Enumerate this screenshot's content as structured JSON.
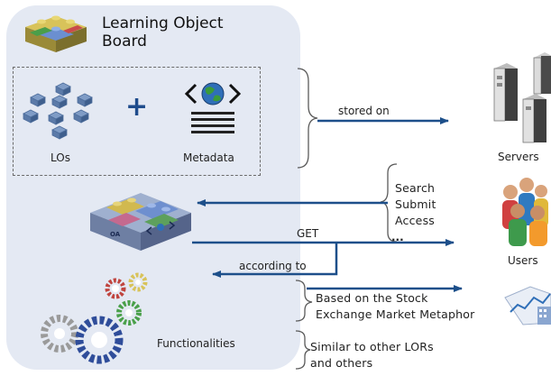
{
  "title": "Learning Object\nBoard",
  "labels": {
    "los": "LOs",
    "metadata": "Metadata",
    "plus": "+",
    "stored_on": "stored on",
    "servers": "Servers",
    "actions": "Search\nSubmit\nAccess",
    "ellipsis": "...",
    "get": "GET",
    "users": "Users",
    "according_to": "according to",
    "stock": "Based on the Stock\nExchange Market Metaphor",
    "functionalities": "Functionalities",
    "similar": "Similar to other LORs\nand others"
  },
  "colors": {
    "panel": "#e4e9f3",
    "arrow": "#1d4f8a",
    "plus": "#1f4c8c",
    "brace": "#5a5a5a"
  },
  "icons": [
    "lego-bricks-icon",
    "lo-cubes-icon",
    "metadata-globe-icon",
    "server-rack-icon",
    "users-group-icon",
    "stock-chart-icon",
    "lego-board-icon",
    "gears-icon"
  ]
}
